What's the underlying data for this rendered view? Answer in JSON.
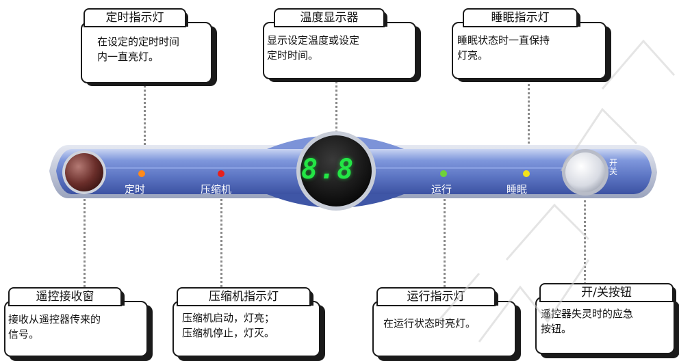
{
  "callouts_top": [
    {
      "title": "定时指示灯",
      "text": "在设定的定时时间\n内一直亮灯。"
    },
    {
      "title": "温度显示器",
      "text": "显示设定温度或设定\n定时时间。"
    },
    {
      "title": "睡眠指示灯",
      "text": "睡眠状态时一直保持\n灯亮。"
    }
  ],
  "callouts_bottom": [
    {
      "title": "遥控接收窗",
      "text": "接收从遥控器传来的\n信号。"
    },
    {
      "title": "压缩机指示灯",
      "text": "压缩机启动，灯亮；\n压缩机停止，灯灭。"
    },
    {
      "title": "运行指示灯",
      "text": "在运行状态时亮灯。"
    },
    {
      "title": "开/关按钮",
      "text": "遥控器失灵时的应急\n按钮。"
    }
  ],
  "panel": {
    "display_value": "8.8",
    "indicators": [
      {
        "label": "定时",
        "color": "#ff8a1a"
      },
      {
        "label": "压缩机",
        "color": "#e8201c"
      },
      {
        "label": "运行",
        "color": "#6fd23a"
      },
      {
        "label": "睡眠",
        "color": "#f2e21a"
      }
    ],
    "power_label": "开关"
  },
  "colors": {
    "panel_blue": "#6d86cc",
    "panel_dark": "#3f56a6",
    "display_green": "#23e645",
    "leader_gray": "#8a8a8a"
  }
}
